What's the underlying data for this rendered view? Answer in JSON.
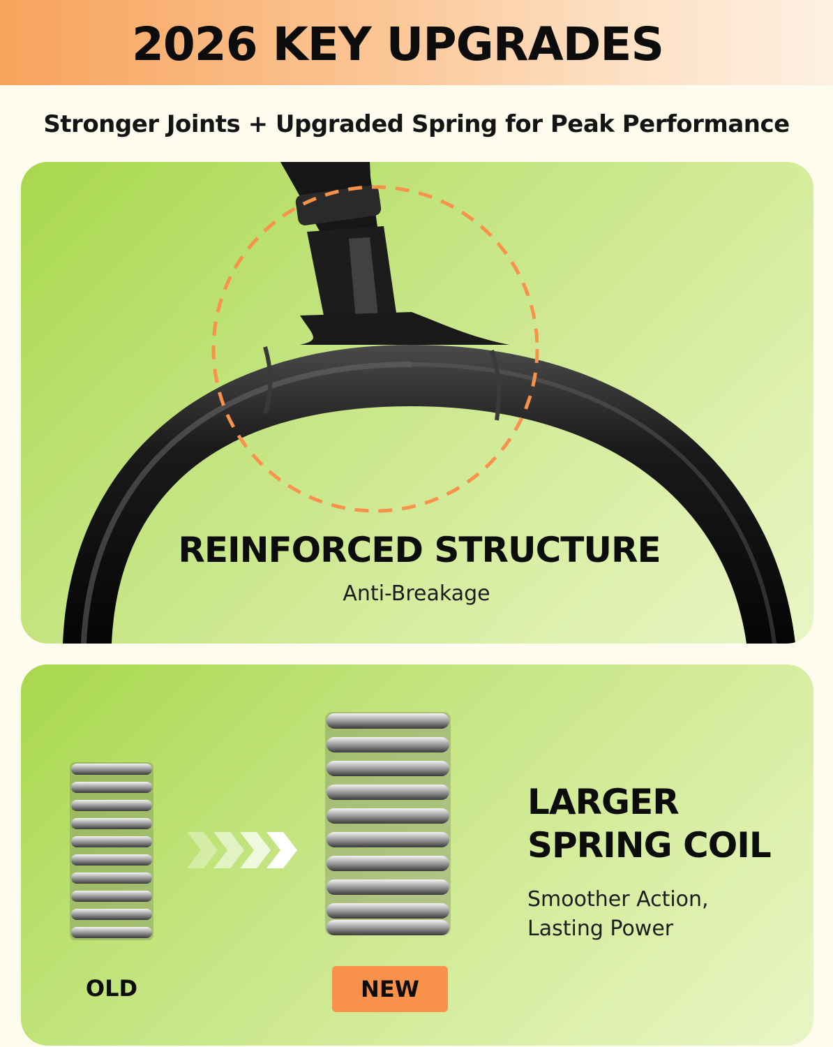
{
  "header": {
    "title": "2026 KEY UPGRADES"
  },
  "subtitle": "Stronger Joints + Upgraded Spring for Peak Performance",
  "structure": {
    "title": "REINFORCED STRUCTURE",
    "subtitle": "Anti-Breakage",
    "highlight_icon": "dashed-circle-icon"
  },
  "spring": {
    "title_line1": "LARGER",
    "title_line2": "SPRING COIL",
    "subtitle_line1": "Smoother Action,",
    "subtitle_line2": "Lasting Power",
    "old_label": "OLD",
    "new_label": "NEW",
    "arrow_icon": "chevron-right-icon"
  },
  "colors": {
    "accent": "#f8924a",
    "panel_green": "#b4dd62",
    "text_dark": "#0c0c0c"
  }
}
